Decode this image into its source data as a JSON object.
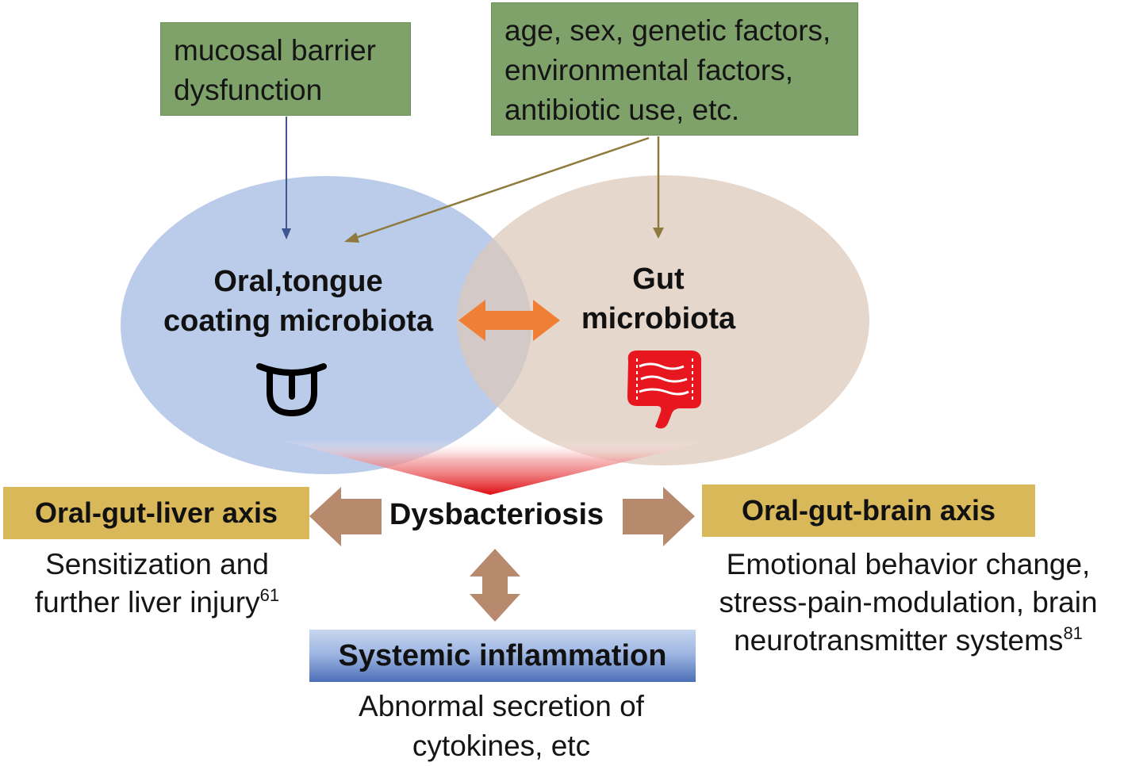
{
  "factors": {
    "mucosal": [
      "mucosal barrier",
      "dysfunction"
    ],
    "host": [
      "age, sex, genetic factors,",
      "environmental factors,",
      "antibiotic use, etc."
    ]
  },
  "oral": {
    "line1": "Oral,tongue",
    "line2": "coating microbiota",
    "icon": "tongue-icon"
  },
  "gut": {
    "line1": "Gut",
    "line2": "microbiota",
    "icon": "intestine-icon"
  },
  "dysbacteriosis": "Dysbacteriosis",
  "liver_axis": {
    "title": "Oral-gut-liver axis",
    "desc_line1": "Sensitization and",
    "desc_line2": "further liver injury",
    "ref": "61"
  },
  "brain_axis": {
    "title": "Oral-gut-brain axis",
    "desc_line1": "Emotional behavior change,",
    "desc_line2": "stress-pain-modulation, brain",
    "desc_line3": "neurotransmitter systems",
    "ref": "81"
  },
  "inflammation": {
    "title": "Systemic inflammation",
    "desc_line1": "Abnormal secretion of",
    "desc_line2": "cytokines, etc"
  },
  "colors": {
    "factor_box": "#7fa26a",
    "oral_ellipse": "#b5c8e8",
    "gut_ellipse": "#dcc8b9",
    "double_arrow": "#ee7f35",
    "axis_box": "#d9b85a",
    "brown_arrow": "#b78a6e",
    "intestine": "#e8171f",
    "inflammation_box": "#4e6fb8"
  }
}
